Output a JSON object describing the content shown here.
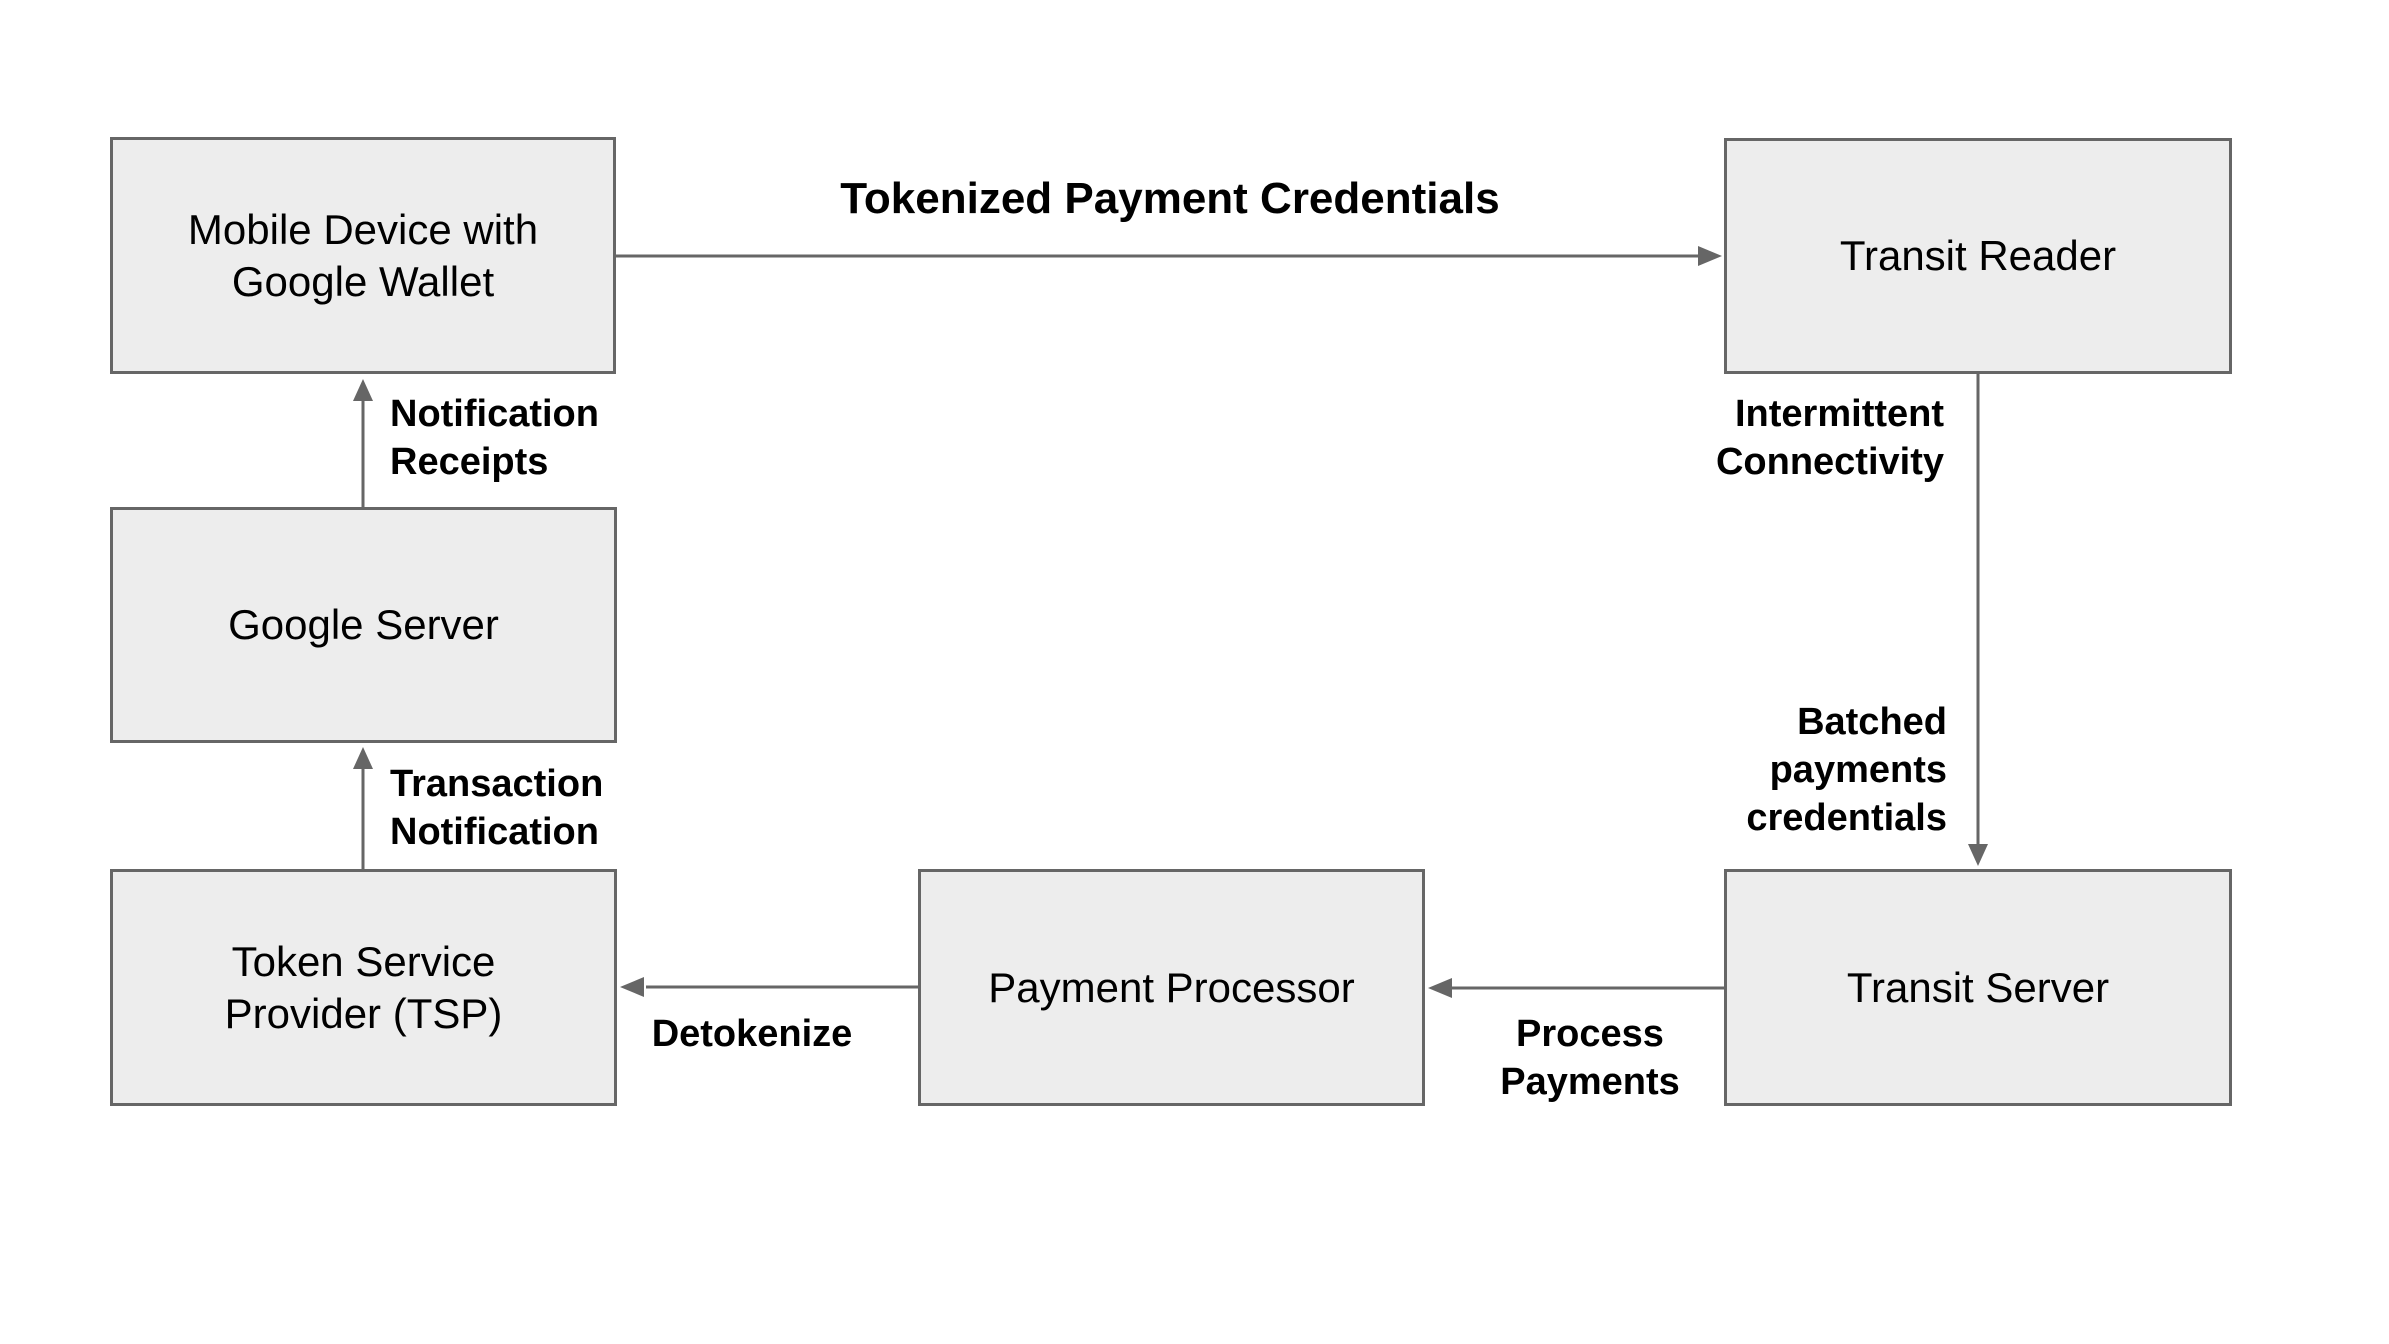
{
  "colors": {
    "background": "#ffffff",
    "node_fill": "#ededed",
    "node_border": "#666666",
    "arrow": "#666666",
    "text": "#000000"
  },
  "nodes": {
    "mobile_device": {
      "lines": [
        "Mobile Device with",
        "Google Wallet"
      ]
    },
    "transit_reader": {
      "lines": [
        "Transit Reader"
      ]
    },
    "google_server": {
      "lines": [
        "Google Server"
      ]
    },
    "tsp": {
      "lines": [
        "Token Service",
        "Provider (TSP)"
      ]
    },
    "payment_processor": {
      "lines": [
        "Payment Processor"
      ]
    },
    "transit_server": {
      "lines": [
        "Transit Server"
      ]
    }
  },
  "edge_labels": {
    "tokenized": {
      "lines": [
        "Tokenized Payment Credentials"
      ]
    },
    "notification": {
      "lines": [
        "Notification",
        "Receipts"
      ]
    },
    "transaction": {
      "lines": [
        "Transaction",
        "Notification"
      ]
    },
    "intermittent": {
      "lines": [
        "Intermittent",
        "Connectivity"
      ]
    },
    "batched": {
      "lines": [
        "Batched",
        "payments",
        "credentials"
      ]
    },
    "process": {
      "lines": [
        "Process",
        "Payments"
      ]
    },
    "detokenize": {
      "lines": [
        "Detokenize"
      ]
    }
  }
}
